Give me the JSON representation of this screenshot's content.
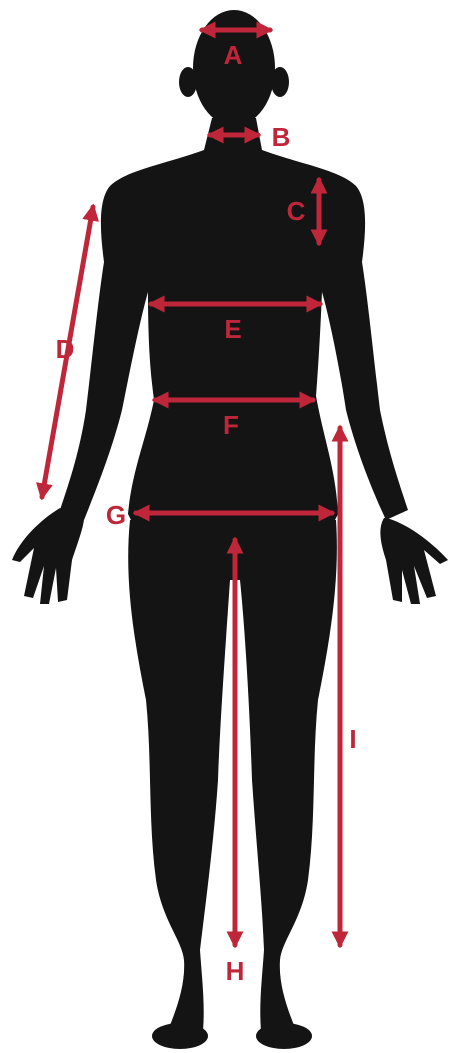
{
  "colors": {
    "background": "#ffffff",
    "silhouette": "#141414",
    "accent": "#c0263a"
  },
  "figure": {
    "icon": "human-body-silhouette-icon"
  },
  "measurements": [
    {
      "id": "a",
      "label": "A"
    },
    {
      "id": "b",
      "label": "B"
    },
    {
      "id": "c",
      "label": "C"
    },
    {
      "id": "d",
      "label": "D"
    },
    {
      "id": "e",
      "label": "E"
    },
    {
      "id": "f",
      "label": "F"
    },
    {
      "id": "g",
      "label": "G"
    },
    {
      "id": "h",
      "label": "H"
    },
    {
      "id": "i",
      "label": "I"
    }
  ]
}
